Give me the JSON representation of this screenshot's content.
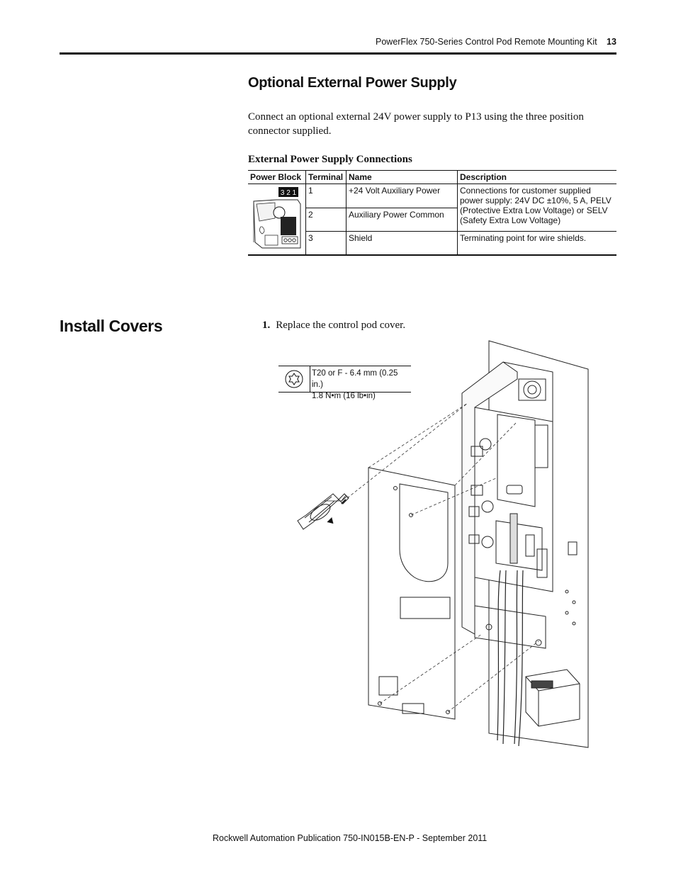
{
  "header": {
    "title": "PowerFlex 750-Series Control Pod Remote Mounting Kit",
    "page_number": "13"
  },
  "section1": {
    "heading": "Optional External Power Supply",
    "paragraph": "Connect an optional external 24V power supply to P13 using the three position connector supplied.",
    "table_caption": "External Power Supply Connections",
    "table": {
      "columns": [
        "Power Block",
        "Terminal",
        "Name",
        "Description"
      ],
      "power_block_label": "3 2 1",
      "rows": [
        {
          "terminal": "1",
          "name": "+24 Volt Auxiliary Power",
          "description": "Connections for customer supplied power supply: 24V DC ±10%, 5 A, PELV (Protective Extra Low Voltage) or SELV (Safety Extra Low Voltage)"
        },
        {
          "terminal": "2",
          "name": "Auxiliary Power Common",
          "description": ""
        },
        {
          "terminal": "3",
          "name": "Shield",
          "description": "Terminating point for wire shields."
        }
      ]
    }
  },
  "section2": {
    "heading": "Install Covers",
    "step_number": "1.",
    "step_text": "Replace the control pod cover.",
    "torque_line1": "T20 or F - 6.4 mm (0.25 in.)",
    "torque_line2": "1.8 N•m (16 lb•in)"
  },
  "footer": {
    "text": "Rockwell Automation Publication 750-IN015B-EN-P - September 2011"
  }
}
